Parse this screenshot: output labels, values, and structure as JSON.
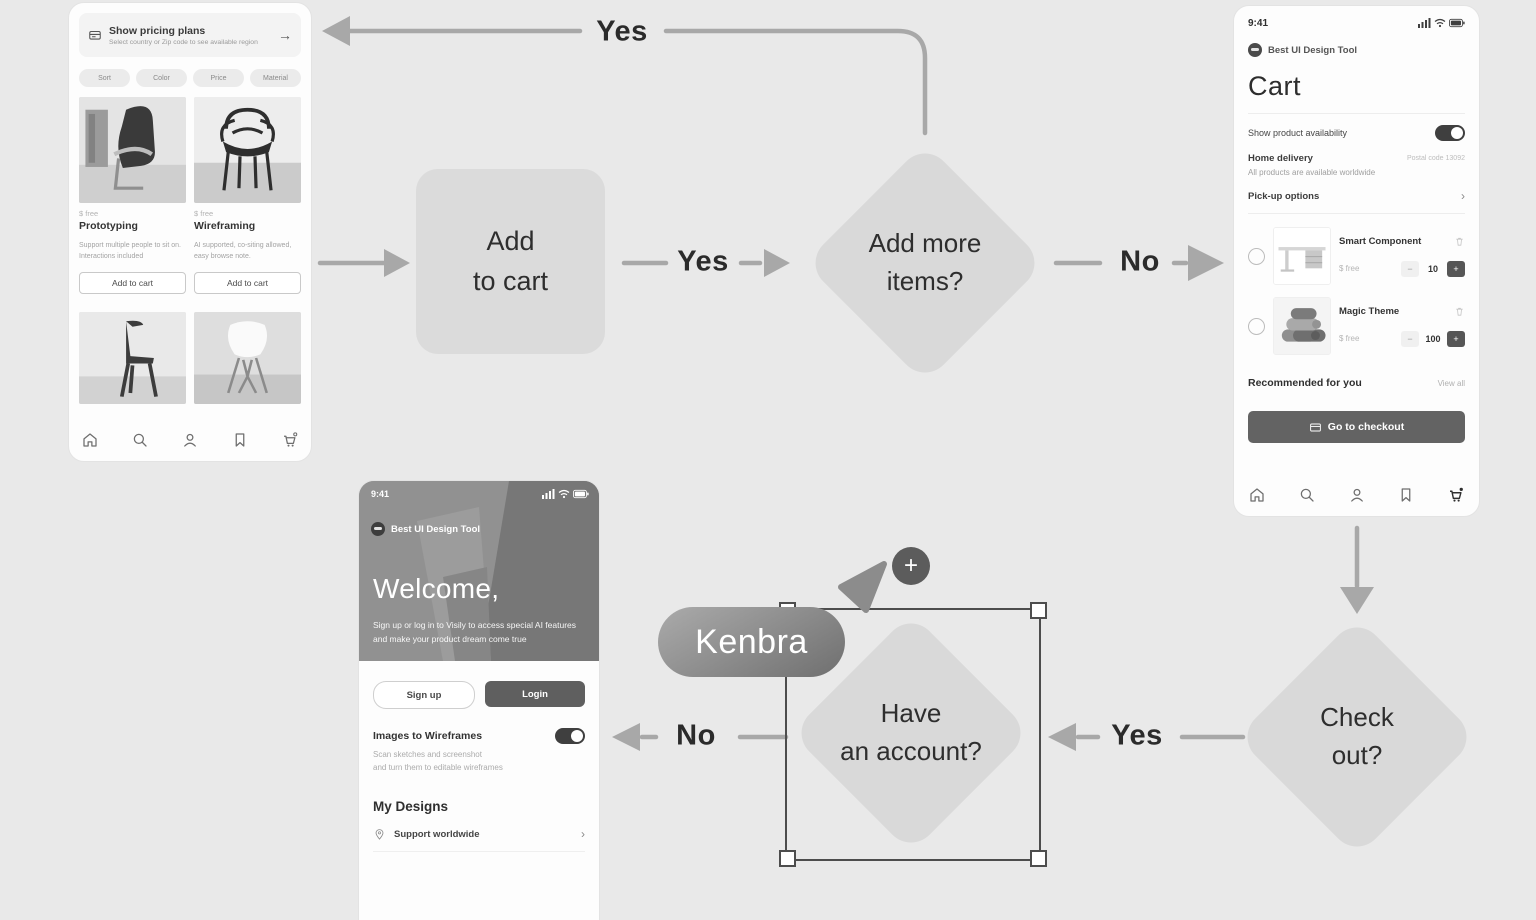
{
  "flow": {
    "nodes": {
      "add_to_cart": {
        "line1": "Add",
        "line2": "to cart"
      },
      "add_more_items": {
        "line1": "Add more",
        "line2": "items?"
      },
      "check_out": {
        "line1": "Check",
        "line2": "out?"
      },
      "have_account": {
        "line1": "Have",
        "line2": "an account?"
      }
    },
    "labels": {
      "yes_loop": "Yes",
      "yes_to_items": "Yes",
      "no_to_cart": "No",
      "yes_to_account": "Yes",
      "no_to_welcome": "No"
    },
    "cursor": {
      "name": "Kenbra",
      "plus": "+"
    }
  },
  "icons": {
    "arrow_right": "→",
    "chevron": "›",
    "plus": "+",
    "minus": "−"
  },
  "colors": {
    "canvas_bg": "#e9e9e9",
    "node_fill": "#d9d9d9",
    "arrow": "#a8a8a8",
    "dark_button": "#636363"
  },
  "phone_shop": {
    "banner": {
      "title": "Show pricing plans",
      "subtitle": "Select country or Zip code to see available region"
    },
    "filters": [
      "Sort",
      "Color",
      "Price",
      "Material"
    ],
    "products": [
      {
        "price": "$ free",
        "name": "Prototyping",
        "desc": "Support multiple people to sit on. Interactions included",
        "button": "Add to cart"
      },
      {
        "price": "$ free",
        "name": "Wireframing",
        "desc": "AI supported, co-siting allowed, easy browse note.",
        "button": "Add to cart"
      }
    ]
  },
  "phone_cart": {
    "status_time": "9:41",
    "brand": "Best UI Design Tool",
    "title": "Cart",
    "availability_label": "Show product availability",
    "delivery": {
      "title": "Home delivery",
      "meta": "Postal code 13092",
      "subtitle": "All products are available worldwide"
    },
    "pickup_label": "Pick-up options",
    "items": [
      {
        "name": "Smart Component",
        "price": "$ free",
        "qty": "10"
      },
      {
        "name": "Magic Theme",
        "price": "$ free",
        "qty": "100"
      }
    ],
    "recommended_title": "Recommended for you",
    "view_all": "View all",
    "checkout_button": "Go to checkout"
  },
  "phone_welcome": {
    "status_time": "9:41",
    "brand": "Best UI Design Tool",
    "title": "Welcome,",
    "subtitle_line1": "Sign up or log in to Visily to access special AI features",
    "subtitle_line2": "and make your product dream come true",
    "signup_button": "Sign up",
    "login_button": "Login",
    "feature": {
      "title": "Images to Wireframes",
      "desc_line1": "Scan sketches and screenshot",
      "desc_line2": "and turn them to editable wireframes"
    },
    "my_designs_title": "My Designs",
    "support_item": "Support worldwide"
  }
}
